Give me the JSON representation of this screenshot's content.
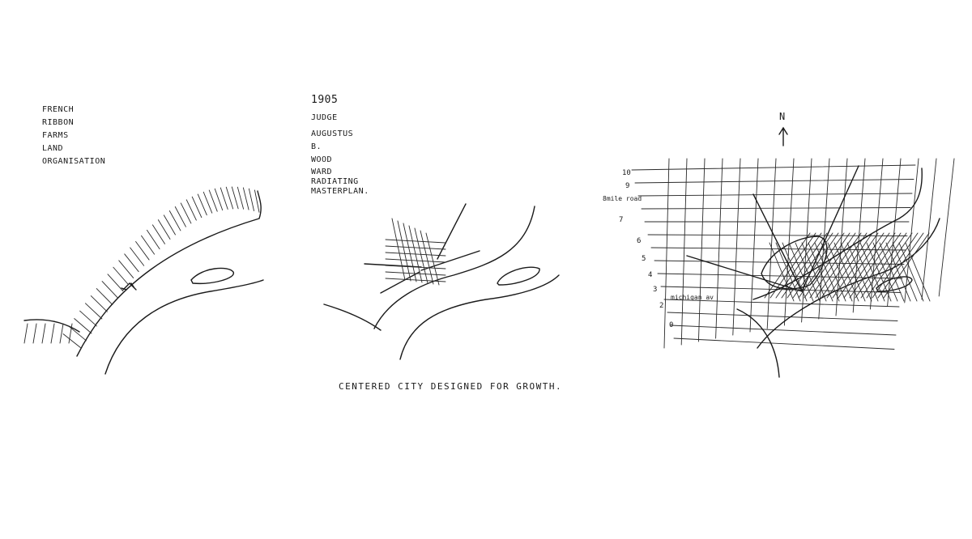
{
  "panel1": {
    "notes": [
      "FRENCH",
      "RIBBON",
      "FARMS",
      "LAND",
      "ORGANISATION"
    ]
  },
  "panel2": {
    "notes": [
      "1905",
      "JUDGE",
      "AUGUSTUS",
      "B.",
      "WOOD",
      "WARD",
      "RADIATING",
      "MASTERPLAN."
    ]
  },
  "panel3": {
    "north_label": "N",
    "street_numbers": [
      "10",
      "9",
      "8",
      "7",
      "6",
      "5",
      "4",
      "3",
      "2",
      "0"
    ],
    "road_labels": [
      "8mile road",
      "michigan av"
    ]
  },
  "caption": "CENTERED CITY DESIGNED FOR GROWTH.",
  "colors": {
    "ink": "#1a1a1a",
    "paper": "#ffffff"
  }
}
